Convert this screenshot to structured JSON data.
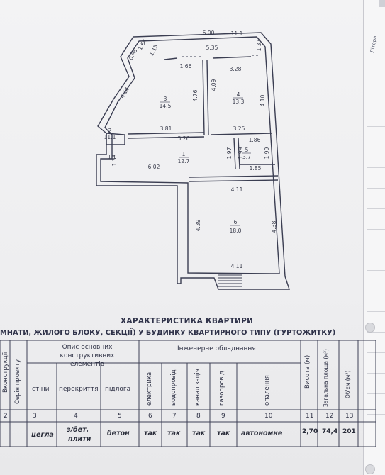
{
  "side_page": {
    "label": "Літера"
  },
  "plan": {
    "rooms": [
      {
        "number": "2",
        "area": "11.1",
        "id": "room-2"
      },
      {
        "number": "3",
        "area": "14.5",
        "id": "room-3"
      },
      {
        "number": "4",
        "area": "13.3",
        "id": "room-4"
      },
      {
        "number": "1",
        "area": "12.7",
        "id": "room-1"
      },
      {
        "number": "5",
        "area": "3.7",
        "id": "room-5"
      },
      {
        "number": "6",
        "area": "18.0",
        "id": "room-6"
      }
    ],
    "small_label": "1.1",
    "dimensions": {
      "d_6_00": "6.00",
      "d_1_64": "1.64",
      "d_0_85": "0.85",
      "d_1_15": "1.15",
      "d_5_35": "5.35",
      "d_1_37": "1.37",
      "d_1_66": "1.66",
      "d_3_28": "3.28",
      "d_4_14": "4.14",
      "d_4_76": "4.76",
      "d_4_09": "4.09",
      "d_4_10": "4.10",
      "d_3_81": "3.81",
      "d_3_25": "3.25",
      "d_5_26": "5.26",
      "d_1_86": "1.86",
      "d_1_33": "1.33",
      "d_1_97": "1.97",
      "d_1_99a": "1.99",
      "d_1_99b": "1.99",
      "d_6_02": "6.02",
      "d_1_85": "1.85",
      "d_4_11a": "4.11",
      "d_4_39": "4.39",
      "d_4_38": "4.38",
      "d_4_11b": "4.11"
    }
  },
  "heading": "ХАРАКТЕРИСТИКА КВАРТИРИ",
  "subheading": "МНАТИ, ЖИЛОГО БЛОКУ, СЕКЦІЇ) У БУДИНКУ КВАРТИРНОГО ТИПУ (ГУРТОЖИТКУ)",
  "table": {
    "col_construction": "Вконструкції",
    "col_series": "Серія проекту",
    "group_main": "Опис основних конструктивних елементів",
    "col_walls": "стіни",
    "col_floors": "перекриття",
    "col_floor": "підлога",
    "group_eng": "Інженерне обладнання",
    "col_electric": "електрика",
    "col_water": "водопровід",
    "col_sewer": "каналізація",
    "col_gas": "газопровід",
    "col_heating": "опалення",
    "col_height": "Висота (м)",
    "col_total_area": "Загальна площа (м²)",
    "col_volume": "Об'єм (м³)",
    "numbers": [
      "2",
      "3",
      "4",
      "5",
      "6",
      "7",
      "8",
      "9",
      "10",
      "11",
      "12",
      "13"
    ],
    "row": {
      "walls": "цегла",
      "floors_l1": "з/бет.",
      "floors_l2": "плити",
      "floor": "бетон",
      "electric": "так",
      "water": "так",
      "sewer": "так",
      "gas": "так",
      "heating": "автономне",
      "height": "2,70",
      "total_area": "74,4",
      "volume": "201"
    }
  }
}
